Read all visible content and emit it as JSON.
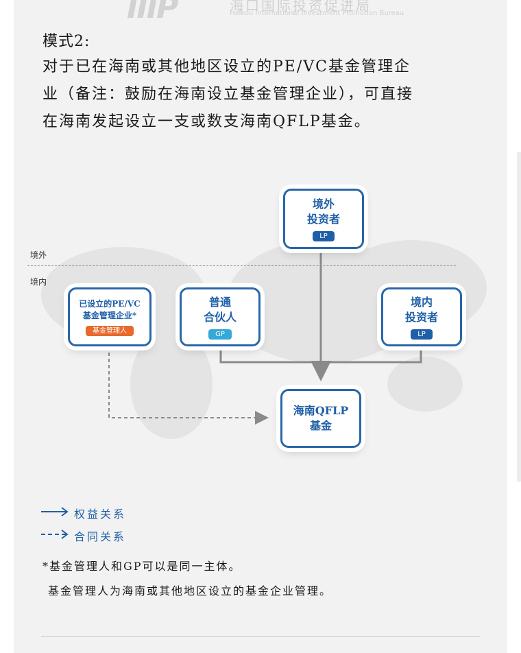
{
  "header": {
    "logo_mark": "IIIP",
    "logo_cn": "海口国际投资促进局",
    "logo_en": "Haikou International Investment Promotion Bureau"
  },
  "intro": {
    "heading": "模式2:",
    "lines": [
      "对于已在海南或其他地区设立的PE/VC基金管理企",
      "业（备注：鼓励在海南设立基金管理企业），可直接",
      "在海南发起设立一支或数支海南QFLP基金。"
    ]
  },
  "diagram": {
    "region_offshore": "境外",
    "region_onshore": "境内",
    "nodes": {
      "foreign_investor": {
        "title": "境外\n投资者",
        "badge": "LP"
      },
      "fund_manager": {
        "title": "已设立的PE/VC\n基金管理企业*",
        "badge": "基金管理人"
      },
      "general_partner": {
        "title": "普通\n合伙人",
        "badge": "GP"
      },
      "domestic_investor": {
        "title": "境内\n投资者",
        "badge": "LP"
      },
      "qflp_fund": {
        "title": "海南QFLP\n基金"
      }
    },
    "colors": {
      "primary": "#1f5fa8",
      "badge_blue": "#1f5fa8",
      "badge_orange": "#e8692c",
      "badge_cyan": "#34a8d8",
      "line_gray": "#8a8a8a"
    }
  },
  "legend": {
    "equity": "权益关系",
    "contract": "合同关系"
  },
  "notes": {
    "line1": "*基金管理人和GP可以是同一主体。",
    "line2": "基金管理人为海南或其他地区设立的基金企业管理。"
  }
}
